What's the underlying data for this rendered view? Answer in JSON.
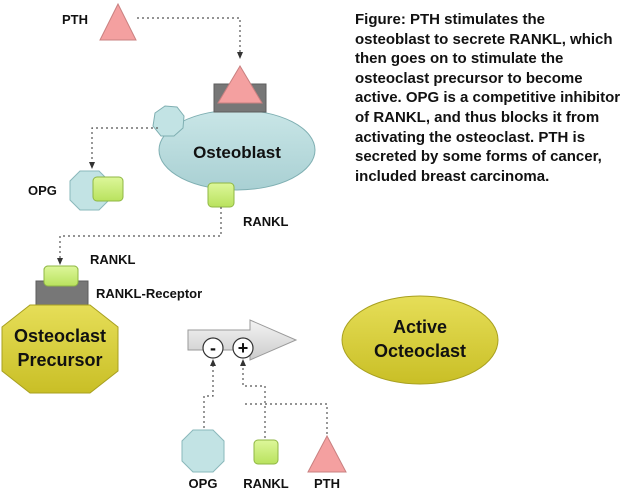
{
  "caption": "Figure: PTH stimulates the osteoblast to secrete RANKL, which then goes on to stimulate the osteoclast precursor to become active. OPG is a competitive inhibitor of RANKL, and thus blocks it from activating the osteoclast. PTH is secreted by some forms of cancer, included breast carcinoma.",
  "labels": {
    "pth_top": "PTH",
    "osteoblast": "Osteoblast",
    "opg_left": "OPG",
    "rankl_osteoblast": "RANKL",
    "rankl_receptor_bound": "RANKL",
    "rankl_receptor": "RANKL-Receptor",
    "osteoclast_precursor_line1": "Osteoclast",
    "osteoclast_precursor_line2": "Precursor",
    "active_osteoclast_line1": "Active",
    "active_osteoclast_line2": "Octeoclast",
    "minus_sign": "-",
    "plus_sign": "+",
    "opg_bottom": "OPG",
    "rankl_bottom": "RANKL",
    "pth_bottom": "PTH"
  },
  "colors": {
    "pth_triangle": "#F4A0A0",
    "osteoblast_fill": "#B8DCDE",
    "opg_fill": "#C2E3E4",
    "rankl_fill": "#CCF07A",
    "receptor_gray": "#777777",
    "osteoclast_fill": "#D9D23A",
    "active_fill": "#E3DA3E"
  }
}
